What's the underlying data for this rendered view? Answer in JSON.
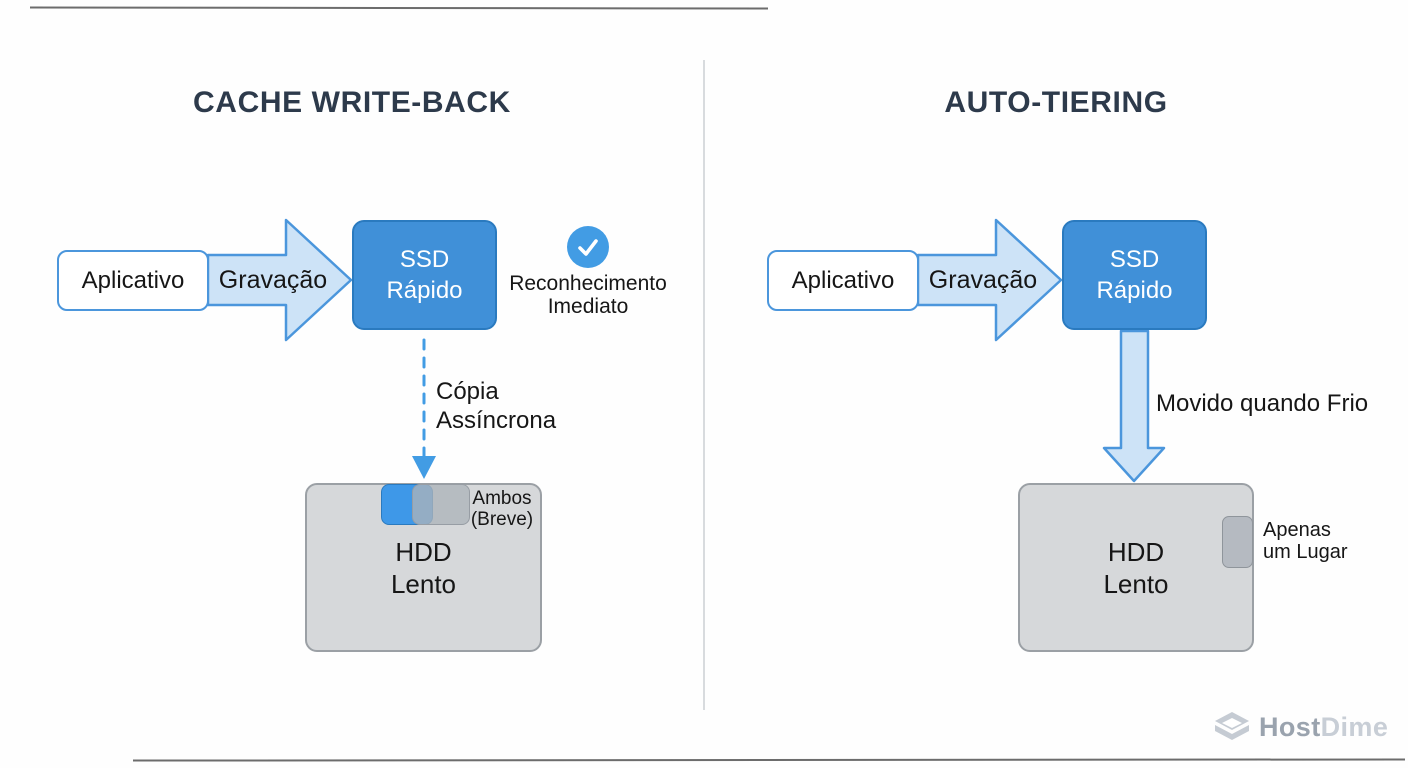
{
  "left": {
    "title": "CACHE WRITE-BACK",
    "app_label": "Aplicativo",
    "arrow_label": "Gravação",
    "ssd_label": "SSD\nRápido",
    "ack_label": "Reconhecimento\nImediato",
    "copy_label": "Cópia\nAssíncrona",
    "hdd_label": "HDD\nLento",
    "both_label": "Ambos\n(Breve)"
  },
  "right": {
    "title": "AUTO-TIERING",
    "app_label": "Aplicativo",
    "arrow_label": "Gravação",
    "ssd_label": "SSD\nRápido",
    "move_label": "Movido quando Frio",
    "hdd_label": "HDD\nLento",
    "one_place_label": "Apenas\num Lugar"
  },
  "footer": {
    "logo_host": "Host",
    "logo_dime": "Dime"
  },
  "icons": {
    "check": "check-icon",
    "logo": "hostdime-cube-icon"
  },
  "colors": {
    "blue": "#4090d8",
    "blue_border": "#2a7abf",
    "arrow_fill": "#cde3f7",
    "arrow_stroke": "#4b96dc",
    "check_blue": "#429ce4",
    "block_blue": "#3e98e8",
    "gray_box": "#d6d8da",
    "gray_border": "#9ba0a5",
    "title": "#2d3a4b",
    "ink": "#161616",
    "divider": "#d8dbde",
    "logo_dark": "#9aa3ae",
    "logo_light": "#c8ced6"
  }
}
